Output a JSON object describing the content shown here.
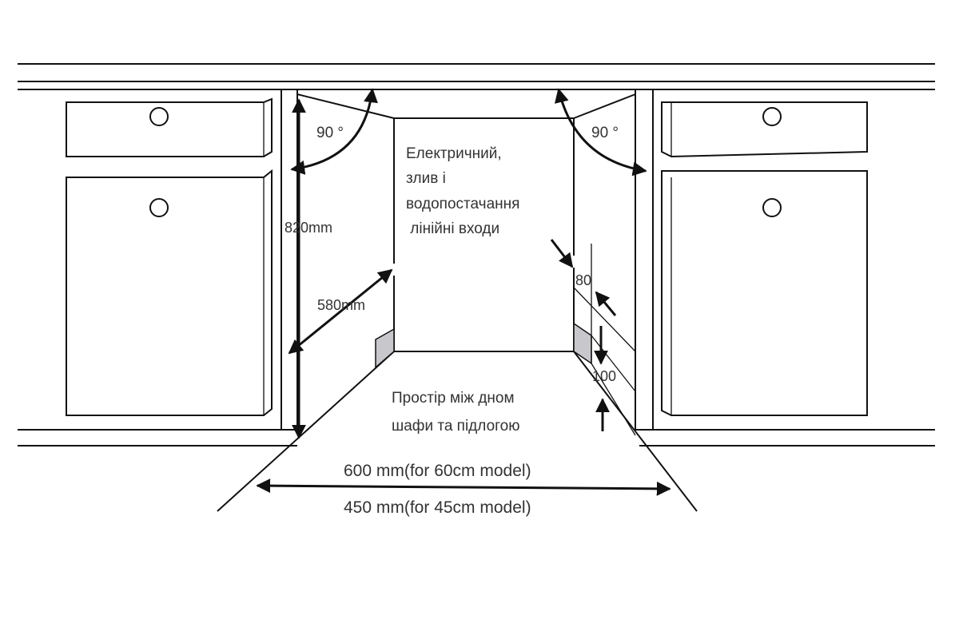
{
  "labels": {
    "angle_left": "90 °",
    "angle_right": "90 °",
    "height": "820mm",
    "depth": "580mm",
    "utilities": [
      "Електричний,",
      "злив і",
      "водопостачання",
      " лінійні входи"
    ],
    "inlet_height": "80",
    "plinth_height": "100",
    "floor_gap": [
      "Простір між дном",
      "шафи та підлогою"
    ],
    "width_60": "600 mm(for 60cm model)",
    "width_45": "450 mm(for 45cm model)"
  }
}
